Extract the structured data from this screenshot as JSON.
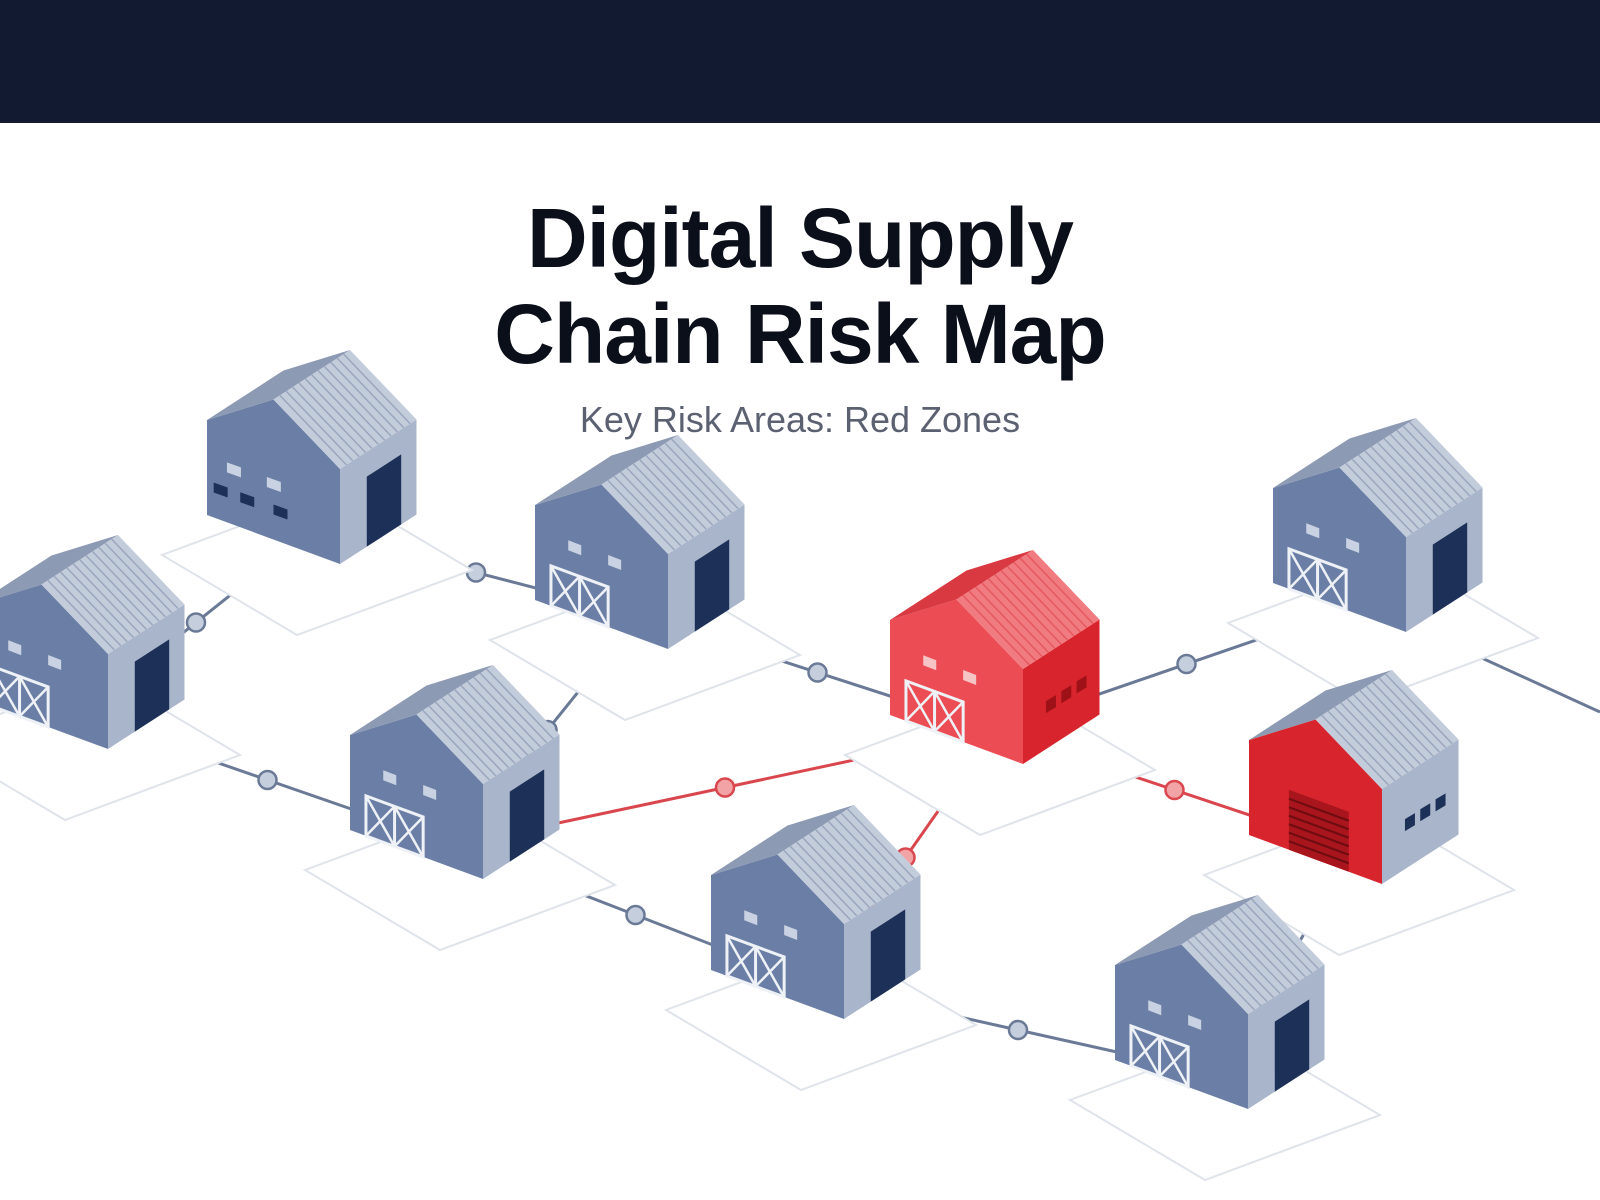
{
  "header": {
    "title_line1": "Digital Supply",
    "title_line2": "Chain Risk Map",
    "subtitle": "Key Risk Areas: Red Zones"
  },
  "colors": {
    "top_bar": "#111a30",
    "warehouse_front": "#6b7fa6",
    "warehouse_side": "#a9b5ca",
    "warehouse_roof": "#c3ccdb",
    "door": "#1d3057",
    "risk_front": "#d8242c",
    "risk_side": "#ec4c53",
    "risk_roof": "#f07b80",
    "connector": "#6a7a96",
    "risk_connector": "#d9464d"
  },
  "nodes": [
    {
      "id": "w1",
      "risk": false
    },
    {
      "id": "w2",
      "risk": false
    },
    {
      "id": "w3",
      "risk": false
    },
    {
      "id": "w4",
      "risk": false
    },
    {
      "id": "w5",
      "risk": true
    },
    {
      "id": "w6",
      "risk": false
    },
    {
      "id": "w7",
      "risk": false
    },
    {
      "id": "w8",
      "risk": true
    },
    {
      "id": "w9",
      "risk": false
    },
    {
      "id": "w10",
      "risk": false
    }
  ],
  "links": [
    {
      "from": "w1",
      "to": "w2",
      "risk": false
    },
    {
      "from": "w1",
      "to": "w3",
      "risk": false
    },
    {
      "from": "w2",
      "to": "w4",
      "risk": false
    },
    {
      "from": "w2",
      "to": "w5",
      "risk": false
    },
    {
      "from": "w3",
      "to": "w4",
      "risk": false
    },
    {
      "from": "w4",
      "to": "w5",
      "risk": true
    },
    {
      "from": "w4",
      "to": "w7",
      "risk": false
    },
    {
      "from": "w5",
      "to": "w6",
      "risk": false
    },
    {
      "from": "w5",
      "to": "w8",
      "risk": true
    },
    {
      "from": "w5",
      "to": "w7",
      "risk": true
    },
    {
      "from": "w8",
      "to": "w9",
      "risk": false
    },
    {
      "from": "w7",
      "to": "w9",
      "risk": false
    }
  ]
}
